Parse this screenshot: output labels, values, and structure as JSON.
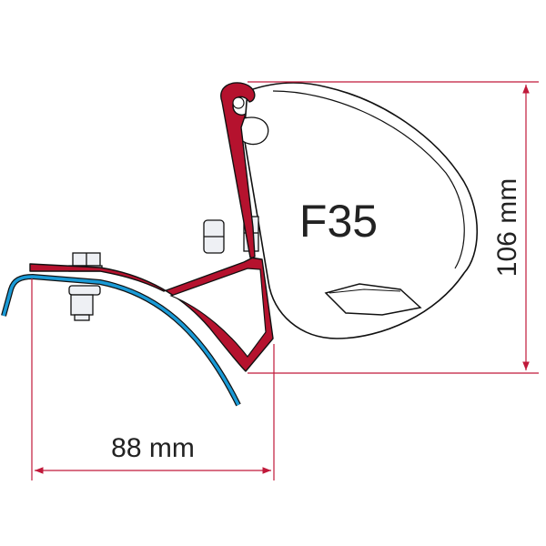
{
  "product_label": "F35",
  "dimensions": {
    "width_label": "88 mm",
    "height_label": "106 mm"
  },
  "colors": {
    "bracket": "#b5122e",
    "roof_profile": "#1a9ad6",
    "dimension_lines": "#c0193a",
    "outline": "#111111",
    "text": "#222222"
  }
}
